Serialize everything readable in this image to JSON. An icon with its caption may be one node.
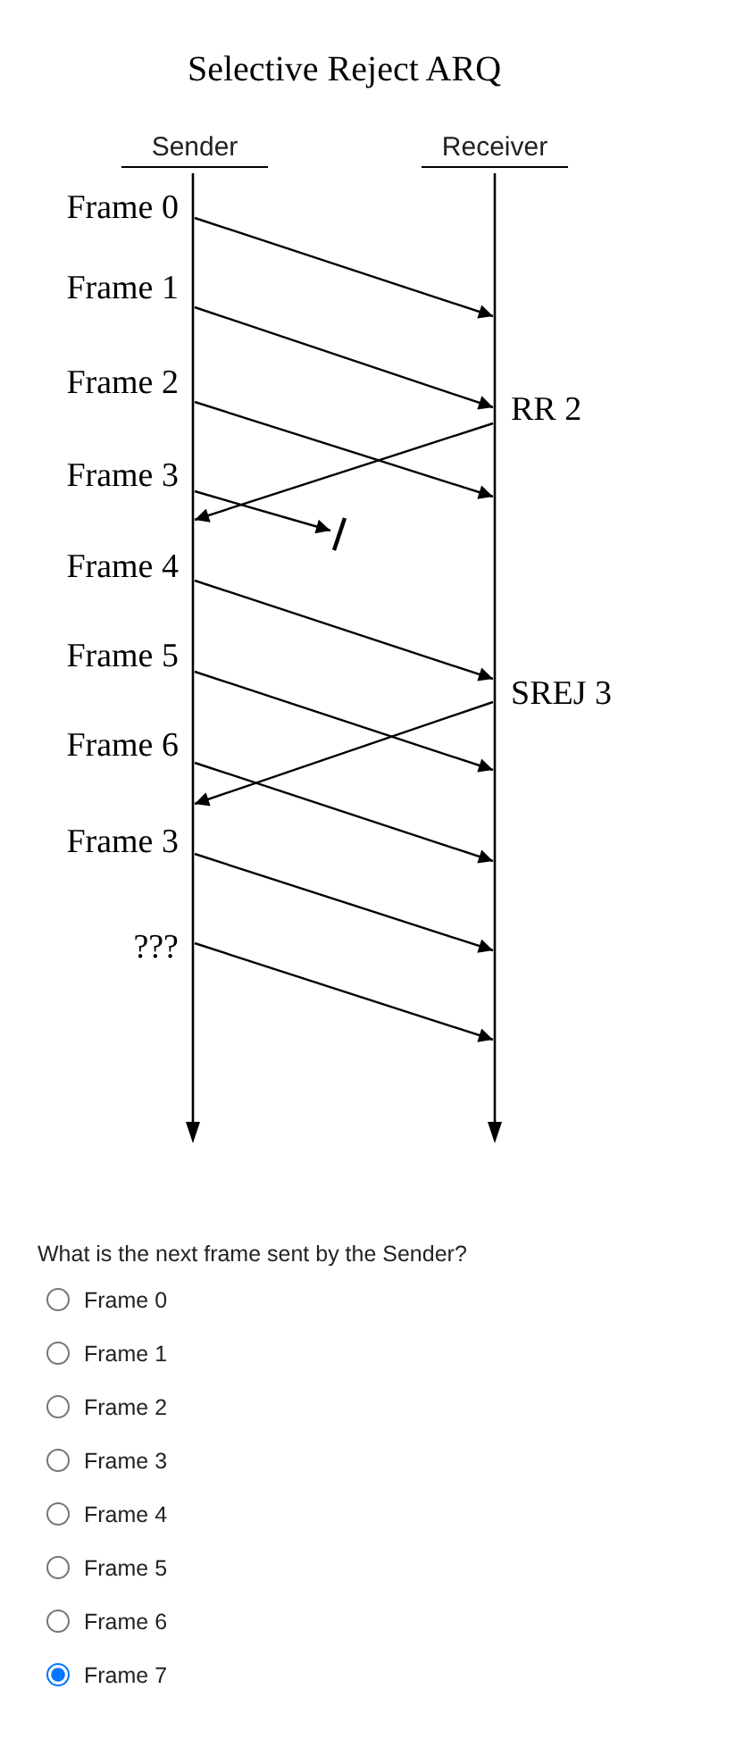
{
  "diagram": {
    "title": "Selective Reject ARQ",
    "nodes": [
      {
        "text": [
          "Sender"
        ]
      },
      {
        "text": [
          "Receiver"
        ]
      },
      {
        "text": [],
        "shape": "bar"
      },
      {
        "text": [],
        "shape": "bar"
      }
    ],
    "edges": [
      {
        "from": 2,
        "to": 3,
        "arrow": "to",
        "label": "Frame 0"
      },
      {
        "from": 2,
        "to": 3,
        "arrow": "to",
        "label": "Frame 1"
      },
      {
        "from": 2,
        "to": 3,
        "arrow": "to",
        "label": "Frame 2"
      },
      {
        "from": 3,
        "to": 2,
        "arrow": "to",
        "label": "RR 2"
      },
      {
        "from": 2,
        "to": null,
        "arrow": "to",
        "label": "Frame 3"
      },
      {
        "from": 2,
        "to": 3,
        "arrow": "to",
        "label": "Frame 4"
      },
      {
        "from": 2,
        "to": 3,
        "arrow": "to",
        "label": "Frame 5"
      },
      {
        "from": 3,
        "to": 2,
        "arrow": "to",
        "label": "SREJ 3"
      },
      {
        "from": 2,
        "to": 3,
        "arrow": "to",
        "label": "Frame 6"
      },
      {
        "from": 2,
        "to": 3,
        "arrow": "to",
        "label": "Frame 3"
      },
      {
        "from": 2,
        "to": 3,
        "arrow": "to",
        "label": "???"
      }
    ],
    "labels": [
      "What is the next frame sent by the Sender?",
      "Frame 0",
      "Frame 1",
      "Frame 2",
      "Frame 3",
      "Frame 4",
      "Frame 5",
      "Frame 6",
      "Frame 7"
    ]
  }
}
